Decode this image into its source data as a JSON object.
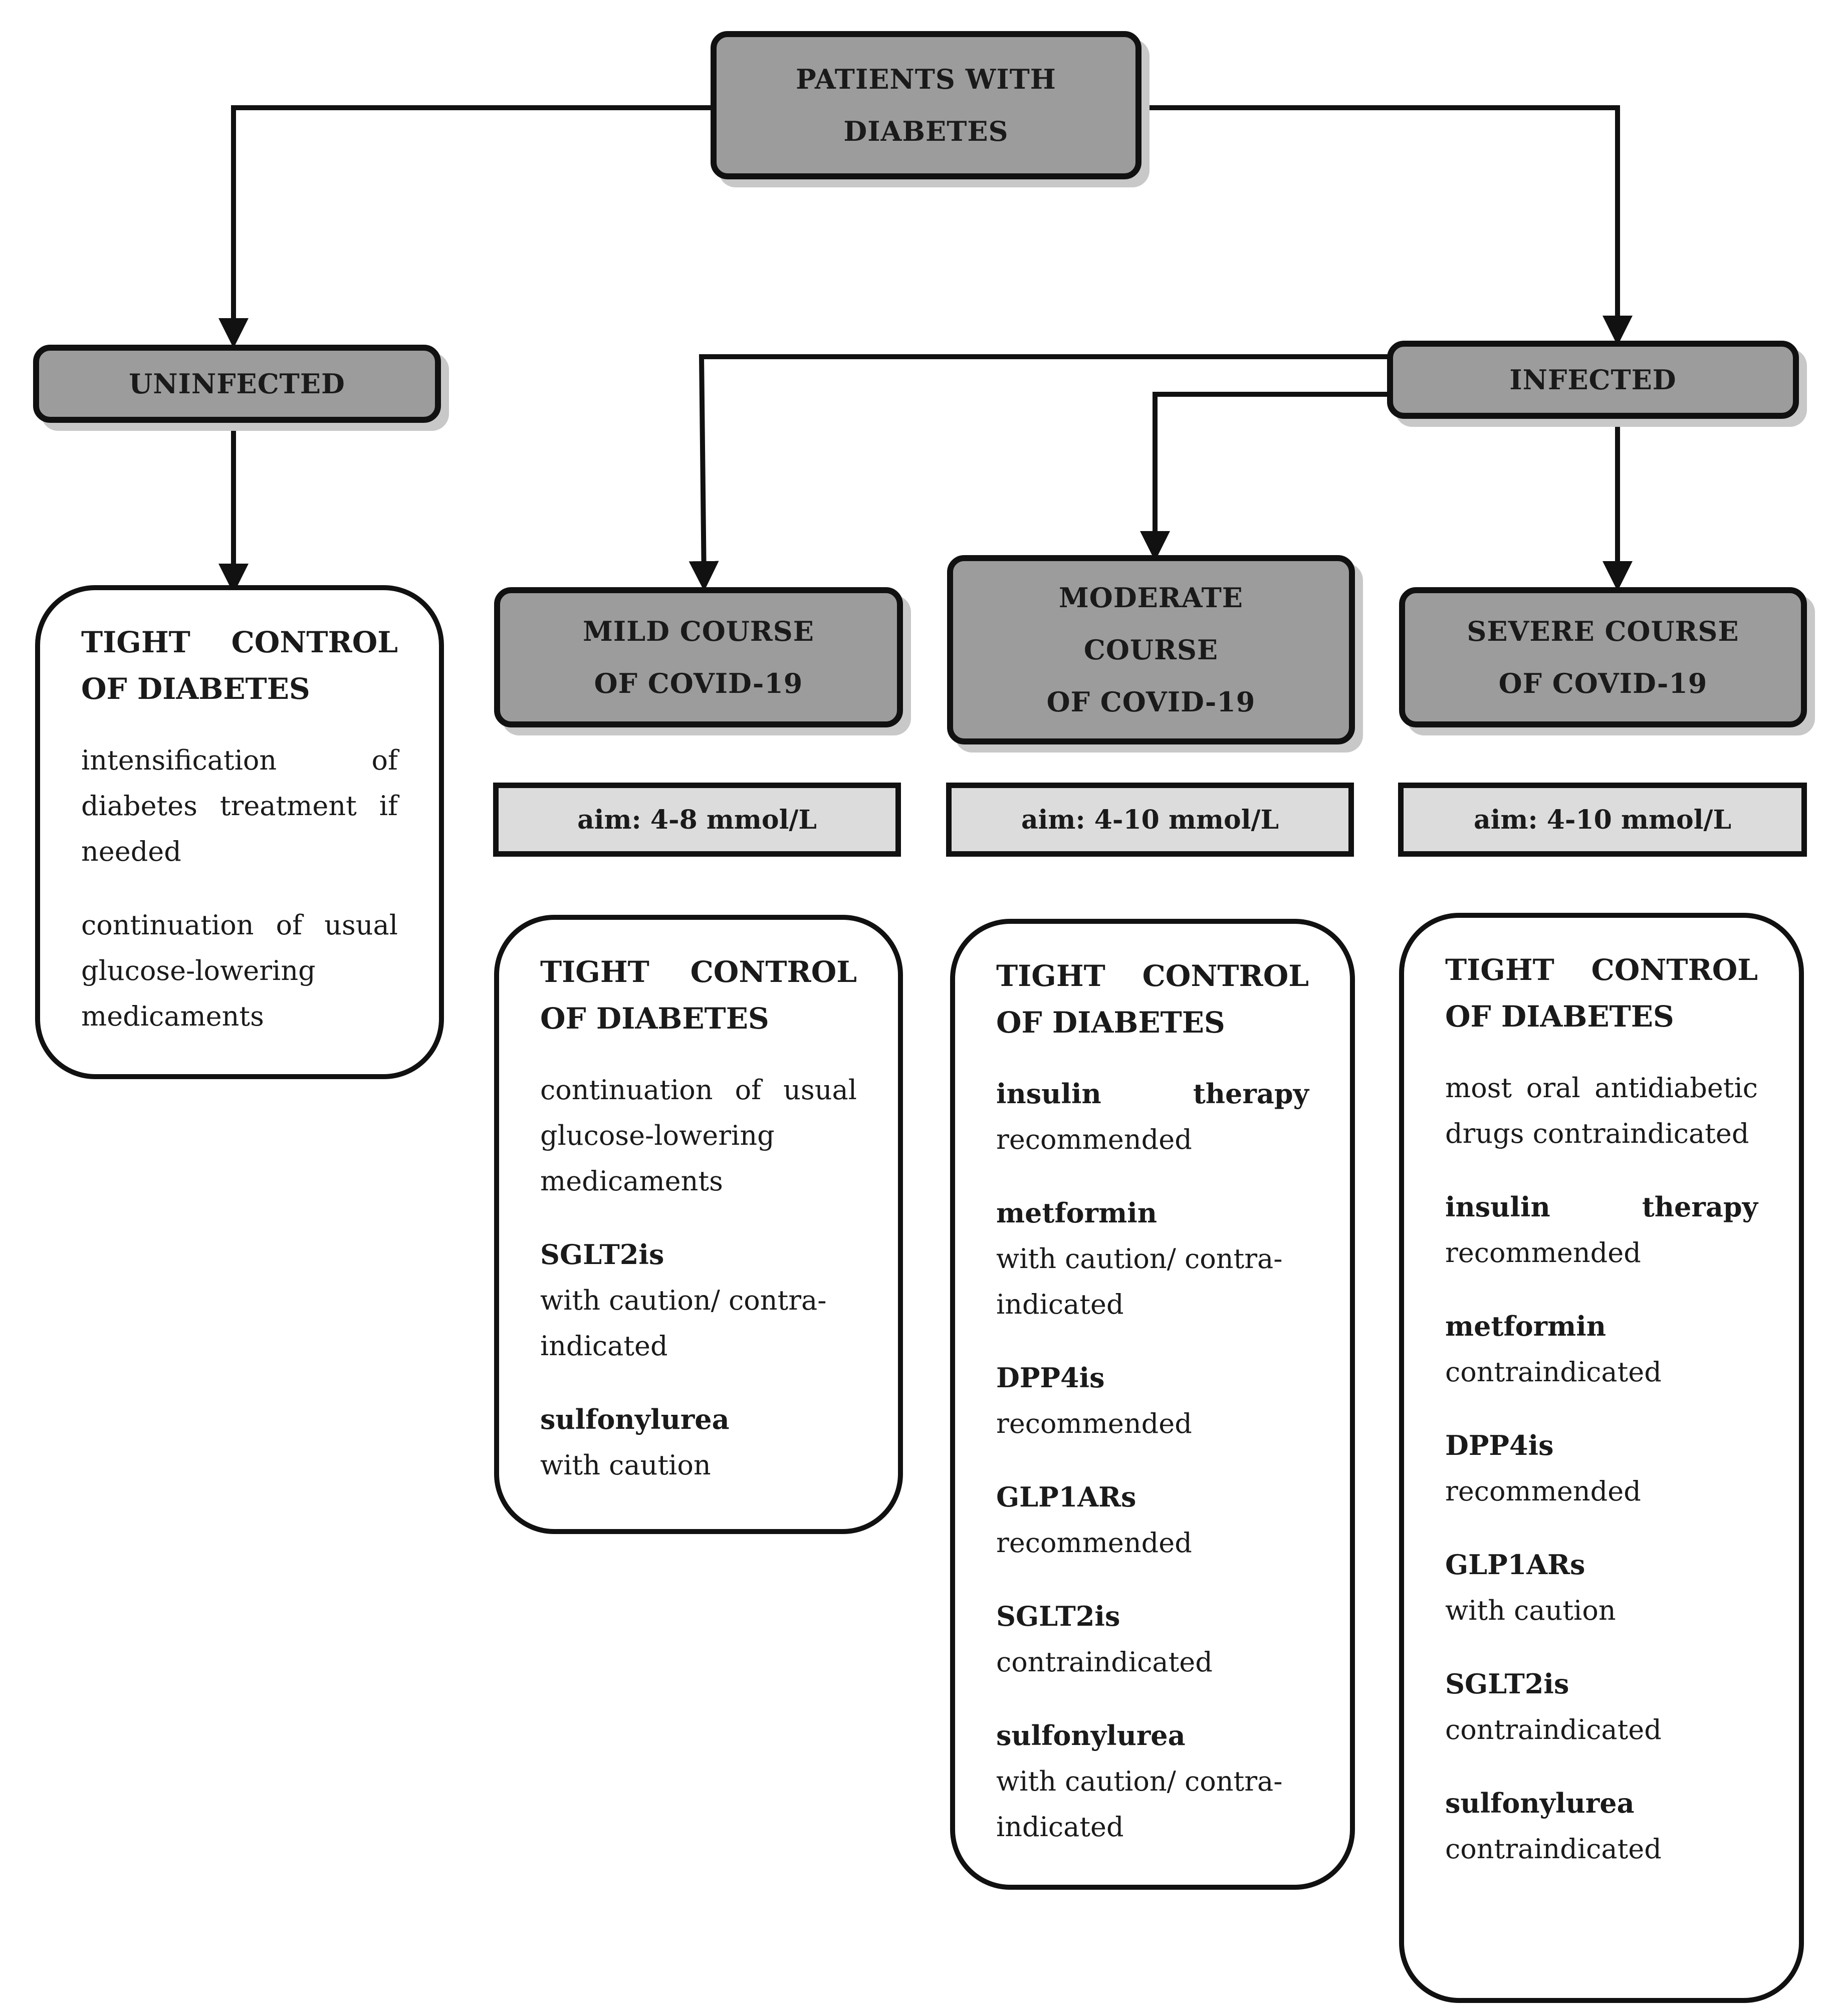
{
  "root": "PATIENTS WITH DIABETES",
  "uninfected": {
    "label": "UNINFECTED",
    "heading": "TIGHT CONTROL OF DIABETES",
    "points": [
      "intensification of diabetes treatment if needed",
      "continuation of usual glucose-lowering medicaments"
    ]
  },
  "infected": {
    "label": "INFECTED"
  },
  "mild": {
    "label_line1": "MILD COURSE",
    "label_line2": "OF COVID-19",
    "aim": "aim: 4-8 mmol/L",
    "heading": "TIGHT CONTROL OF DIABETES",
    "intro": "continuation of usual glucose-lowering medicaments",
    "drugs": [
      {
        "name": "SGLT2is",
        "note": "with caution/ contra-indicated"
      },
      {
        "name": "sulfonylurea",
        "note": "with caution"
      }
    ]
  },
  "moderate": {
    "label_line1": "MODERATE",
    "label_line2": "COURSE",
    "label_line3": "OF COVID-19",
    "aim": "aim: 4-10 mmol/L",
    "heading": "TIGHT CONTROL OF DIABETES",
    "first_drug": {
      "name": "insulin therapy",
      "note": "recommended"
    },
    "drugs": [
      {
        "name": "metformin",
        "note": "with caution/ contra-indicated"
      },
      {
        "name": "DPP4is",
        "note": "recommended"
      },
      {
        "name": "GLP1ARs",
        "note": "recommended"
      },
      {
        "name": "SGLT2is",
        "note": "contraindicated"
      },
      {
        "name": "sulfonylurea",
        "note": "with caution/ contra-indicated"
      }
    ]
  },
  "severe": {
    "label_line1": "SEVERE COURSE",
    "label_line2": "OF COVID-19",
    "aim": "aim: 4-10 mmol/L",
    "heading": "TIGHT CONTROL OF DIABETES",
    "intro": "most oral antidiabetic drugs contraindicated",
    "first_drug": {
      "name": "insulin therapy",
      "note": "recommended"
    },
    "drugs": [
      {
        "name": "metformin",
        "note": "contraindicated"
      },
      {
        "name": "DPP4is",
        "note": "recommended"
      },
      {
        "name": "GLP1ARs",
        "note": "with caution"
      },
      {
        "name": "SGLT2is",
        "note": "contraindicated"
      },
      {
        "name": "sulfonylurea",
        "note": "contraindicated"
      }
    ]
  }
}
